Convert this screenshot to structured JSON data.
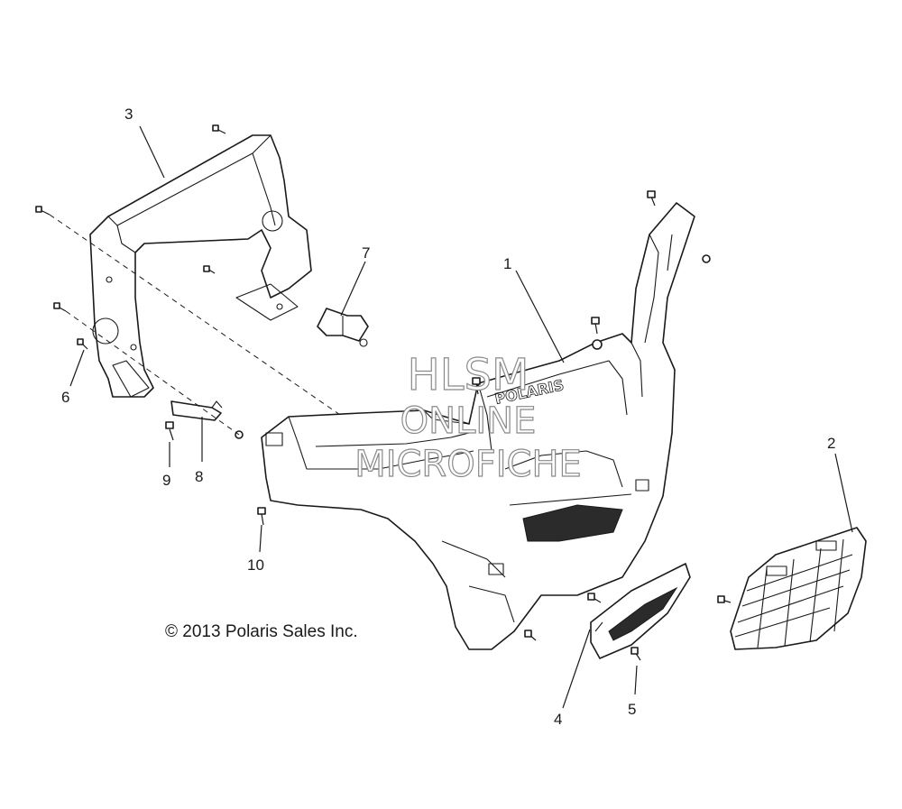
{
  "callouts": [
    {
      "id": "1",
      "label": "1"
    },
    {
      "id": "2",
      "label": "2"
    },
    {
      "id": "3",
      "label": "3"
    },
    {
      "id": "4",
      "label": "4"
    },
    {
      "id": "5",
      "label": "5"
    },
    {
      "id": "6",
      "label": "6"
    },
    {
      "id": "7",
      "label": "7"
    },
    {
      "id": "8",
      "label": "8"
    },
    {
      "id": "9",
      "label": "9"
    },
    {
      "id": "10",
      "label": "10"
    }
  ],
  "brand_on_part": "POLARIS",
  "copyright": "© 2013 Polaris Sales Inc.",
  "watermark": {
    "line1": "HLSM",
    "line2": "ONLINE",
    "line3": "MICROFICHE"
  },
  "colors": {
    "line": "#1a1a1a",
    "watermark_outline": "#8a8a8a",
    "background": "#ffffff"
  }
}
